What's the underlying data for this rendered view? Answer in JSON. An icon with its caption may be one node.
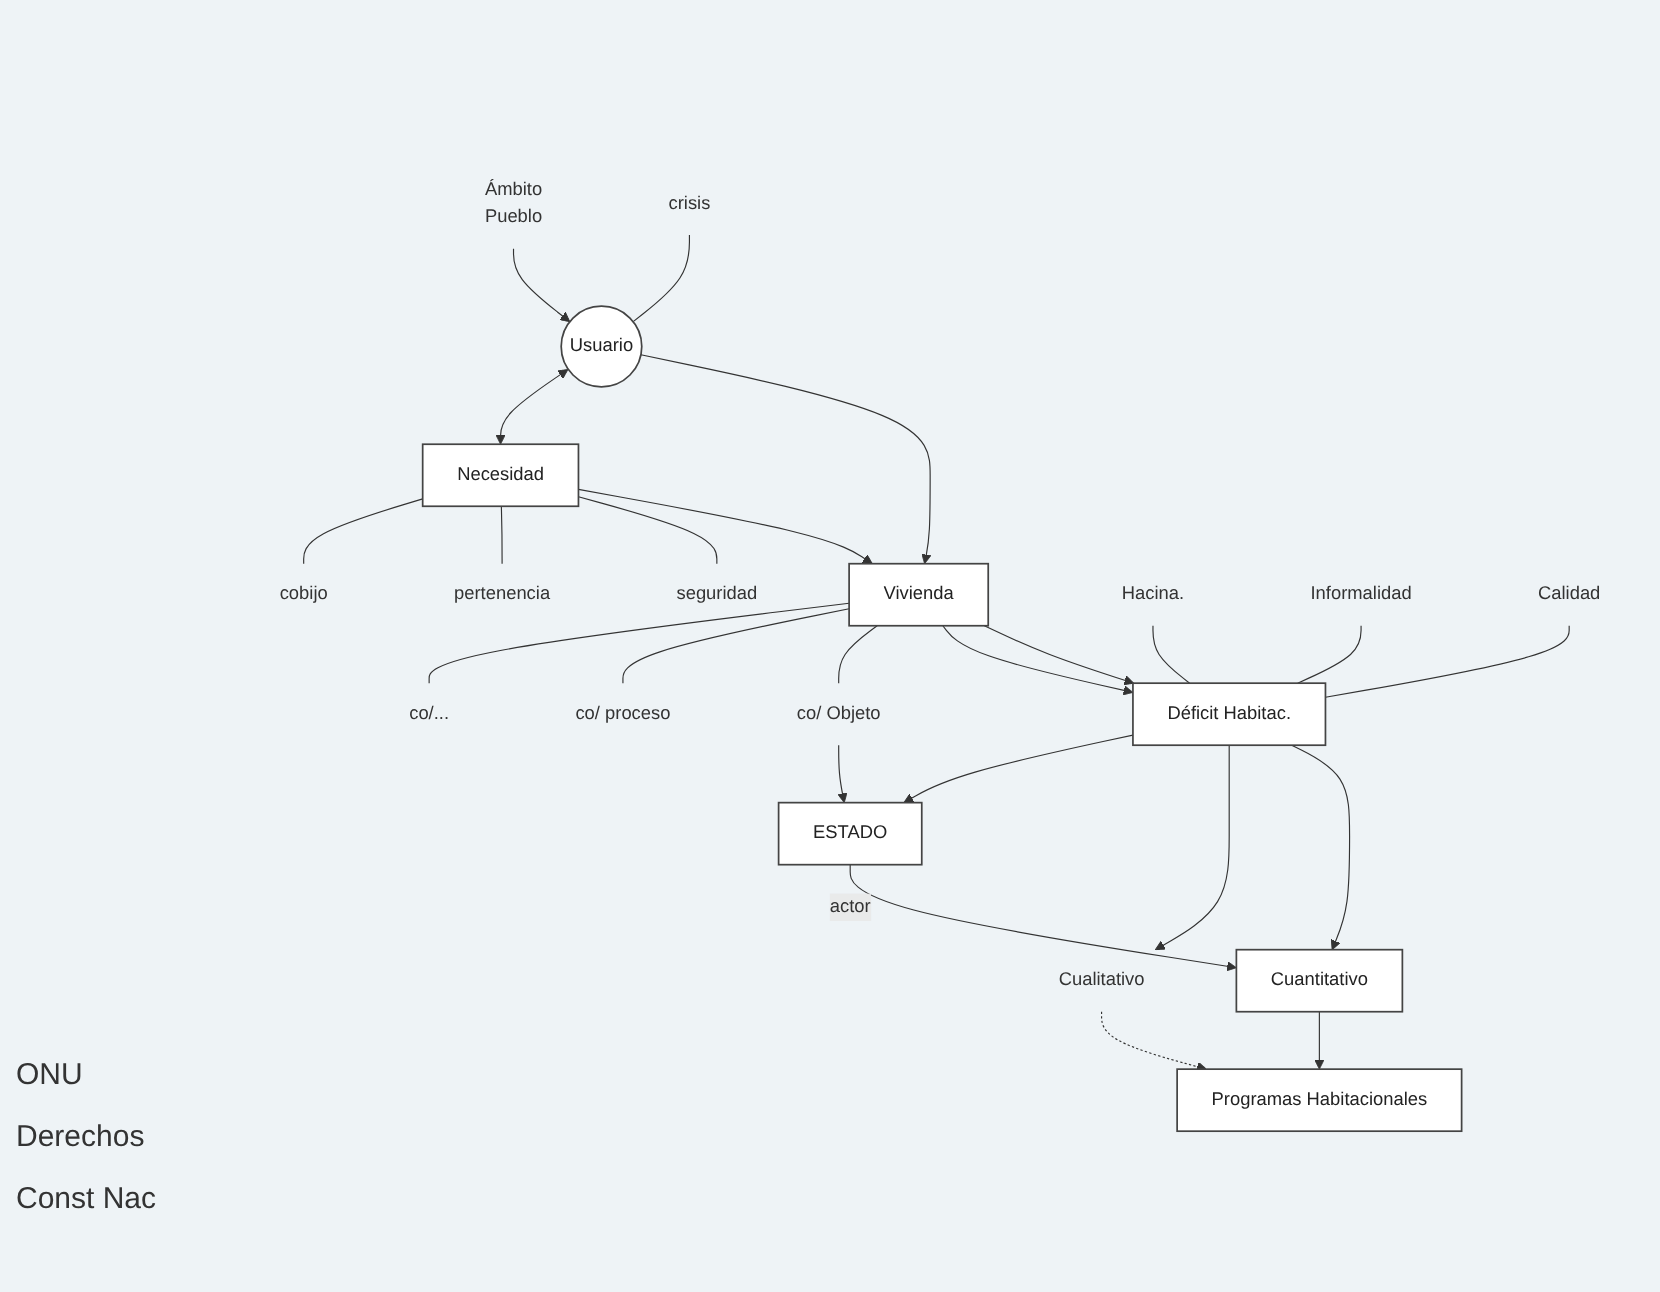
{
  "diagram": {
    "nodes": [
      {
        "text": [
          "Ámbito",
          "Pueblo"
        ]
      },
      {
        "text": [
          "crisis"
        ]
      },
      {
        "text": [
          "Usuario"
        ]
      },
      {
        "text": [
          "Necesidad"
        ]
      },
      {
        "text": [
          "cobijo"
        ]
      },
      {
        "text": [
          "pertenencia"
        ]
      },
      {
        "text": [
          "seguridad"
        ]
      },
      {
        "text": [
          "Vivienda"
        ]
      },
      {
        "text": [
          "co/..."
        ]
      },
      {
        "text": [
          "co/ proceso"
        ]
      },
      {
        "text": [
          "co/ Objeto"
        ]
      },
      {
        "text": [
          "ESTADO"
        ]
      },
      {
        "text": [
          "Hacina."
        ]
      },
      {
        "text": [
          "Informalidad"
        ]
      },
      {
        "text": [
          "Calidad"
        ]
      },
      {
        "text": [
          "Déficit Habitac."
        ]
      },
      {
        "text": [
          "Cualitativo"
        ]
      },
      {
        "text": [
          "Cuantitativo"
        ]
      },
      {
        "text": [
          "Programas Habitacionales"
        ]
      }
    ],
    "edges": [
      {
        "from": 0,
        "to": 2,
        "arrow": "to"
      },
      {
        "from": 1,
        "to": 2,
        "arrow": "none"
      },
      {
        "from": 2,
        "to": 3,
        "arrow": "both"
      },
      {
        "from": 3,
        "to": 4,
        "arrow": "none"
      },
      {
        "from": 3,
        "to": 5,
        "arrow": "none"
      },
      {
        "from": 3,
        "to": 6,
        "arrow": "none"
      },
      {
        "from": 2,
        "to": 7,
        "arrow": "to"
      },
      {
        "from": 3,
        "to": 7,
        "arrow": "to"
      },
      {
        "from": 7,
        "to": 8,
        "arrow": "none"
      },
      {
        "from": 7,
        "to": 9,
        "arrow": "none"
      },
      {
        "from": 7,
        "to": 10,
        "arrow": "none"
      },
      {
        "from": 10,
        "to": 11,
        "arrow": "to"
      },
      {
        "from": 12,
        "to": 15,
        "arrow": "none"
      },
      {
        "from": 13,
        "to": 15,
        "arrow": "none"
      },
      {
        "from": 14,
        "to": 15,
        "arrow": "none"
      },
      {
        "from": 7,
        "to": 15,
        "arrow": "to"
      },
      {
        "from": 7,
        "to": 15,
        "arrow": "to"
      },
      {
        "from": 15,
        "to": 11,
        "arrow": "to"
      },
      {
        "from": 15,
        "to": 16,
        "arrow": "to"
      },
      {
        "from": 15,
        "to": 17,
        "arrow": "to"
      },
      {
        "from": 11,
        "to": 17,
        "label": "actor",
        "arrow": "to"
      },
      {
        "from": 17,
        "to": 18,
        "arrow": "to"
      },
      {
        "from": 16,
        "to": 18,
        "arrow": "to",
        "style": "dashed"
      }
    ],
    "labels": [
      "ONU",
      "Derechos",
      "Const Nac"
    ]
  }
}
